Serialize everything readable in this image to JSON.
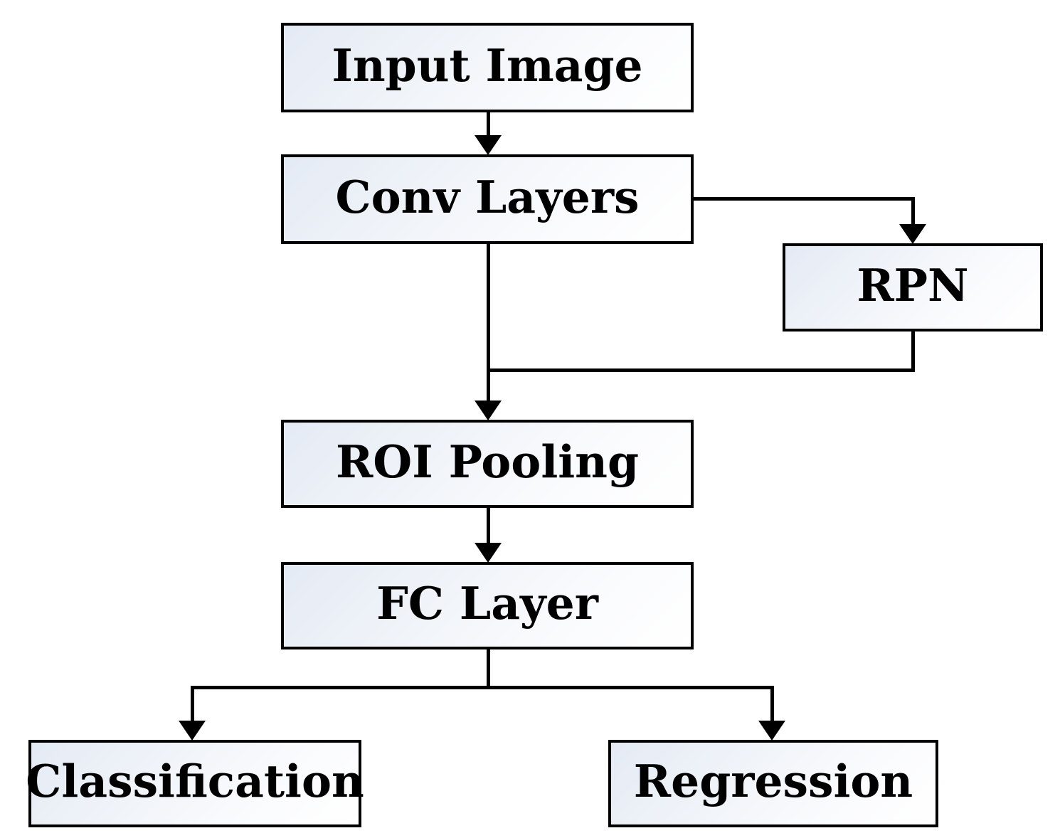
{
  "diagram": {
    "nodes": {
      "input_image": {
        "label": "Input Image"
      },
      "conv_layers": {
        "label": "Conv Layers"
      },
      "rpn": {
        "label": "RPN"
      },
      "roi_pooling": {
        "label": "ROI Pooling"
      },
      "fc_layer": {
        "label": "FC Layer"
      },
      "classification": {
        "label": "Classification"
      },
      "regression": {
        "label": "Regression"
      }
    },
    "edges": [
      {
        "from": "input_image",
        "to": "conv_layers"
      },
      {
        "from": "conv_layers",
        "to": "rpn"
      },
      {
        "from": "conv_layers",
        "to": "roi_pooling"
      },
      {
        "from": "rpn",
        "to": "roi_pooling"
      },
      {
        "from": "roi_pooling",
        "to": "fc_layer"
      },
      {
        "from": "fc_layer",
        "to": "classification"
      },
      {
        "from": "fc_layer",
        "to": "regression"
      }
    ],
    "colors": {
      "box_border": "#000000",
      "box_fill_top_left": "#e4eaf4",
      "box_fill_bottom_right": "#ffffff",
      "connector": "#000000",
      "text": "#000000",
      "background": "#ffffff"
    }
  }
}
